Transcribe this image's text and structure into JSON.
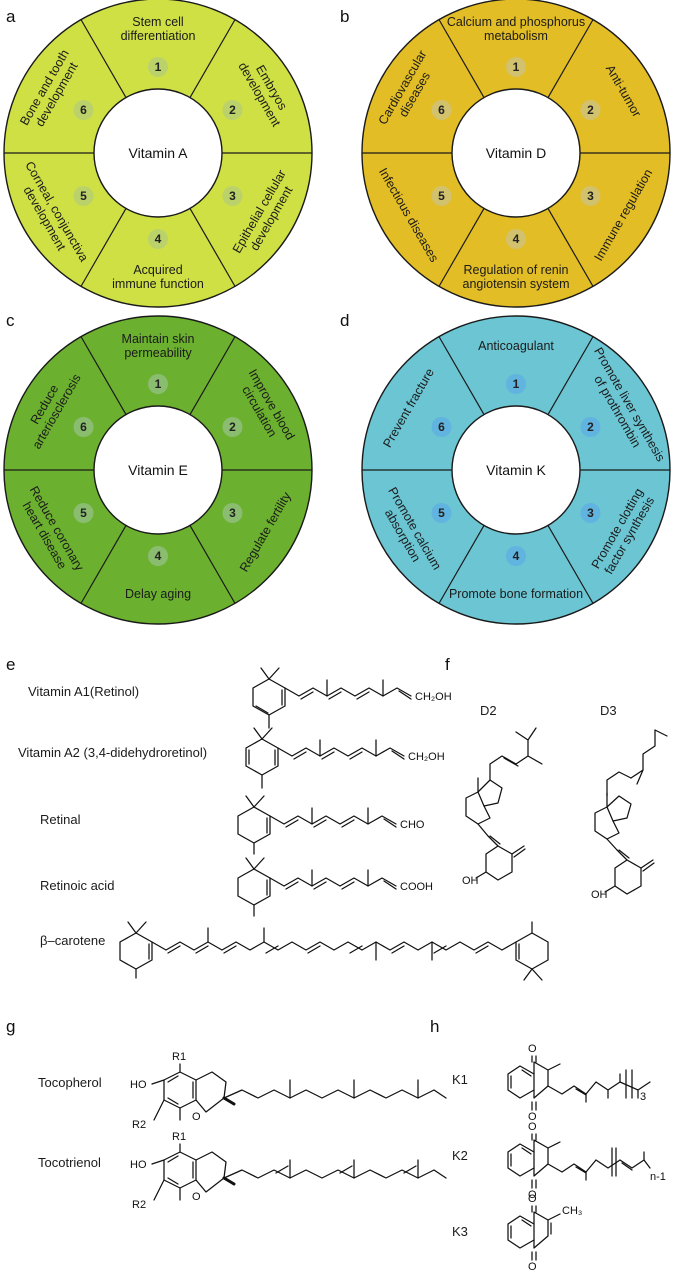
{
  "panels": {
    "a": {
      "letter": "a",
      "title": "Vitamin A",
      "fill": "#cfe045",
      "badge": "#b7cf72",
      "items": [
        {
          "num": "1",
          "lines": [
            "Stem cell",
            "differentiation"
          ]
        },
        {
          "num": "2",
          "lines": [
            "Embryos",
            "development"
          ]
        },
        {
          "num": "3",
          "lines": [
            "Epithelial cellular",
            "development"
          ]
        },
        {
          "num": "4",
          "lines": [
            "Acquired",
            "immune function"
          ]
        },
        {
          "num": "5",
          "lines": [
            "Corneal, conjunctiva",
            "development"
          ]
        },
        {
          "num": "6",
          "lines": [
            "Bone and tooth",
            "development"
          ]
        }
      ]
    },
    "b": {
      "letter": "b",
      "title": "Vitamin D",
      "fill": "#e3bd25",
      "badge": "#cfc27a",
      "items": [
        {
          "num": "1",
          "lines": [
            "Calcium and phosphorus",
            "metabolism"
          ]
        },
        {
          "num": "2",
          "lines": [
            "Anti-tumor"
          ]
        },
        {
          "num": "3",
          "lines": [
            "Immune regulation"
          ]
        },
        {
          "num": "4",
          "lines": [
            "Regulation of renin",
            "angiotensin system"
          ]
        },
        {
          "num": "5",
          "lines": [
            "Infectious diseases"
          ]
        },
        {
          "num": "6",
          "lines": [
            "Cardiovascular",
            "diseases"
          ]
        }
      ]
    },
    "c": {
      "letter": "c",
      "title": "Vitamin E",
      "fill": "#6bb02f",
      "badge": "#8fc07a",
      "items": [
        {
          "num": "1",
          "lines": [
            "Maintain skin",
            "permeability"
          ]
        },
        {
          "num": "2",
          "lines": [
            "Improve blood",
            "circulation"
          ]
        },
        {
          "num": "3",
          "lines": [
            "Regulate fertility"
          ]
        },
        {
          "num": "4",
          "lines": [
            "Delay aging"
          ]
        },
        {
          "num": "5",
          "lines": [
            "Reduce coronary",
            "heart disease"
          ]
        },
        {
          "num": "6",
          "lines": [
            "Reduce",
            "arteriosclerosis"
          ]
        }
      ]
    },
    "d": {
      "letter": "d",
      "title": "Vitamin K",
      "fill": "#6cc5d3",
      "badge": "#5fb0e0",
      "items": [
        {
          "num": "1",
          "lines": [
            "Anticoagulant"
          ]
        },
        {
          "num": "2",
          "lines": [
            "Promote liver synthesis",
            "of prothrombin"
          ]
        },
        {
          "num": "3",
          "lines": [
            "Promote clotting",
            "factor synthesis"
          ]
        },
        {
          "num": "4",
          "lines": [
            "Promote bone formation"
          ]
        },
        {
          "num": "5",
          "lines": [
            "Promote calcium",
            "absorption"
          ]
        },
        {
          "num": "6",
          "lines": [
            "Prevent fracture"
          ]
        }
      ]
    }
  },
  "panel_e": {
    "letter": "e",
    "compounds": [
      {
        "name": "Vitamin A1(Retinol)",
        "group": "CH₂OH"
      },
      {
        "name": "Vitamin A2 (3,4-didehydroretinol)",
        "group": "CH₂OH"
      },
      {
        "name": "Retinal",
        "group": "CHO"
      },
      {
        "name": "Retinoic acid",
        "group": "COOH"
      },
      {
        "name": "β–carotene",
        "group": ""
      }
    ]
  },
  "panel_f": {
    "letter": "f",
    "compounds": [
      {
        "name": "D2",
        "group": "OH"
      },
      {
        "name": "D3",
        "group": "OH"
      }
    ]
  },
  "panel_g": {
    "letter": "g",
    "substituent_r1": "R1",
    "substituent_r2": "R2",
    "hydroxyl": "HO",
    "ring_oxygen": "O",
    "compounds": [
      {
        "name": "Tocopherol"
      },
      {
        "name": "Tocotrienol"
      }
    ]
  },
  "panel_h": {
    "letter": "h",
    "oxygen": "O",
    "compounds": [
      {
        "name": "K1",
        "subscript": "3"
      },
      {
        "name": "K2",
        "subscript": "n-1"
      },
      {
        "name": "K3",
        "subscript": "CH₃"
      }
    ]
  },
  "colors": {
    "vitamin_a": "#cfe045",
    "vitamin_d": "#e3bd25",
    "vitamin_e": "#6bb02f",
    "vitamin_k": "#6cc5d3",
    "outline": "#1a1a1a"
  }
}
